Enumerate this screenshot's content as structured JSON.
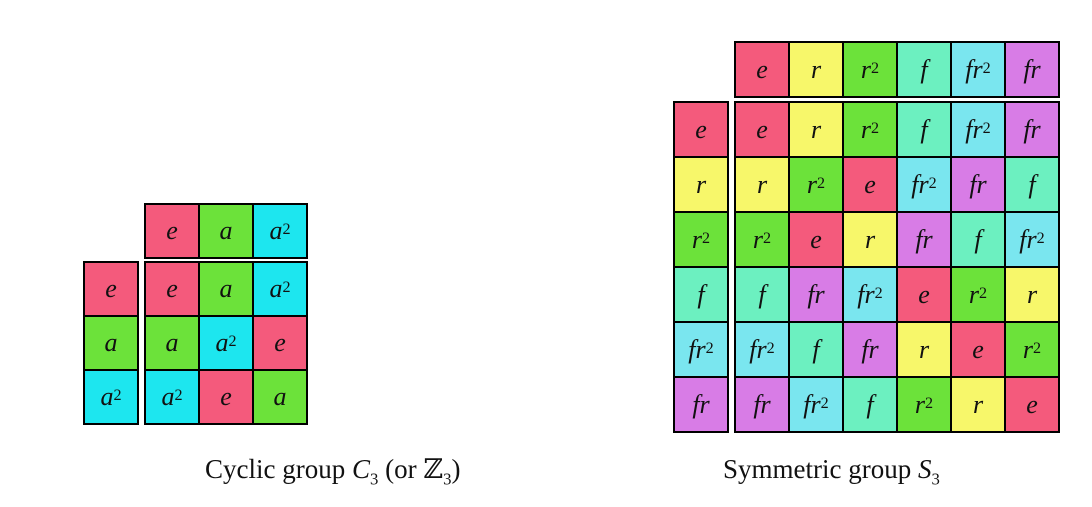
{
  "colors": {
    "e": "#f45a7c",
    "a": "#6ce23a",
    "a2": "#1de6ef",
    "r": "#f7f76a",
    "r2": "#6ce23a",
    "f": "#6cf0c0",
    "fr2": "#7ae6ef",
    "fr": "#d87ce6"
  },
  "cyclic": {
    "caption_prefix": "Cyclic group ",
    "caption_symbol": "C",
    "caption_subscript": "3",
    "caption_middle": " (or ",
    "caption_alt": "ℤ",
    "caption_alt_subscript": "3",
    "caption_suffix": ")",
    "header": [
      "e",
      "a",
      "a2"
    ],
    "rows": [
      [
        "e",
        "a",
        "a2"
      ],
      [
        "a",
        "a2",
        "e"
      ],
      [
        "a2",
        "e",
        "a"
      ]
    ]
  },
  "symmetric": {
    "caption_prefix": "Symmetric group ",
    "caption_symbol": "S",
    "caption_subscript": "3",
    "header": [
      "e",
      "r",
      "r2",
      "f",
      "fr2",
      "fr"
    ],
    "rows": [
      [
        "e",
        "r",
        "r2",
        "f",
        "fr2",
        "fr"
      ],
      [
        "r",
        "r2",
        "e",
        "fr2",
        "fr",
        "f"
      ],
      [
        "r2",
        "e",
        "r",
        "fr",
        "f",
        "fr2"
      ],
      [
        "f",
        "fr",
        "fr2",
        "e",
        "r2",
        "r"
      ],
      [
        "fr2",
        "f",
        "fr",
        "r",
        "e",
        "r2"
      ],
      [
        "fr",
        "fr2",
        "f",
        "r2",
        "r",
        "e"
      ]
    ]
  }
}
